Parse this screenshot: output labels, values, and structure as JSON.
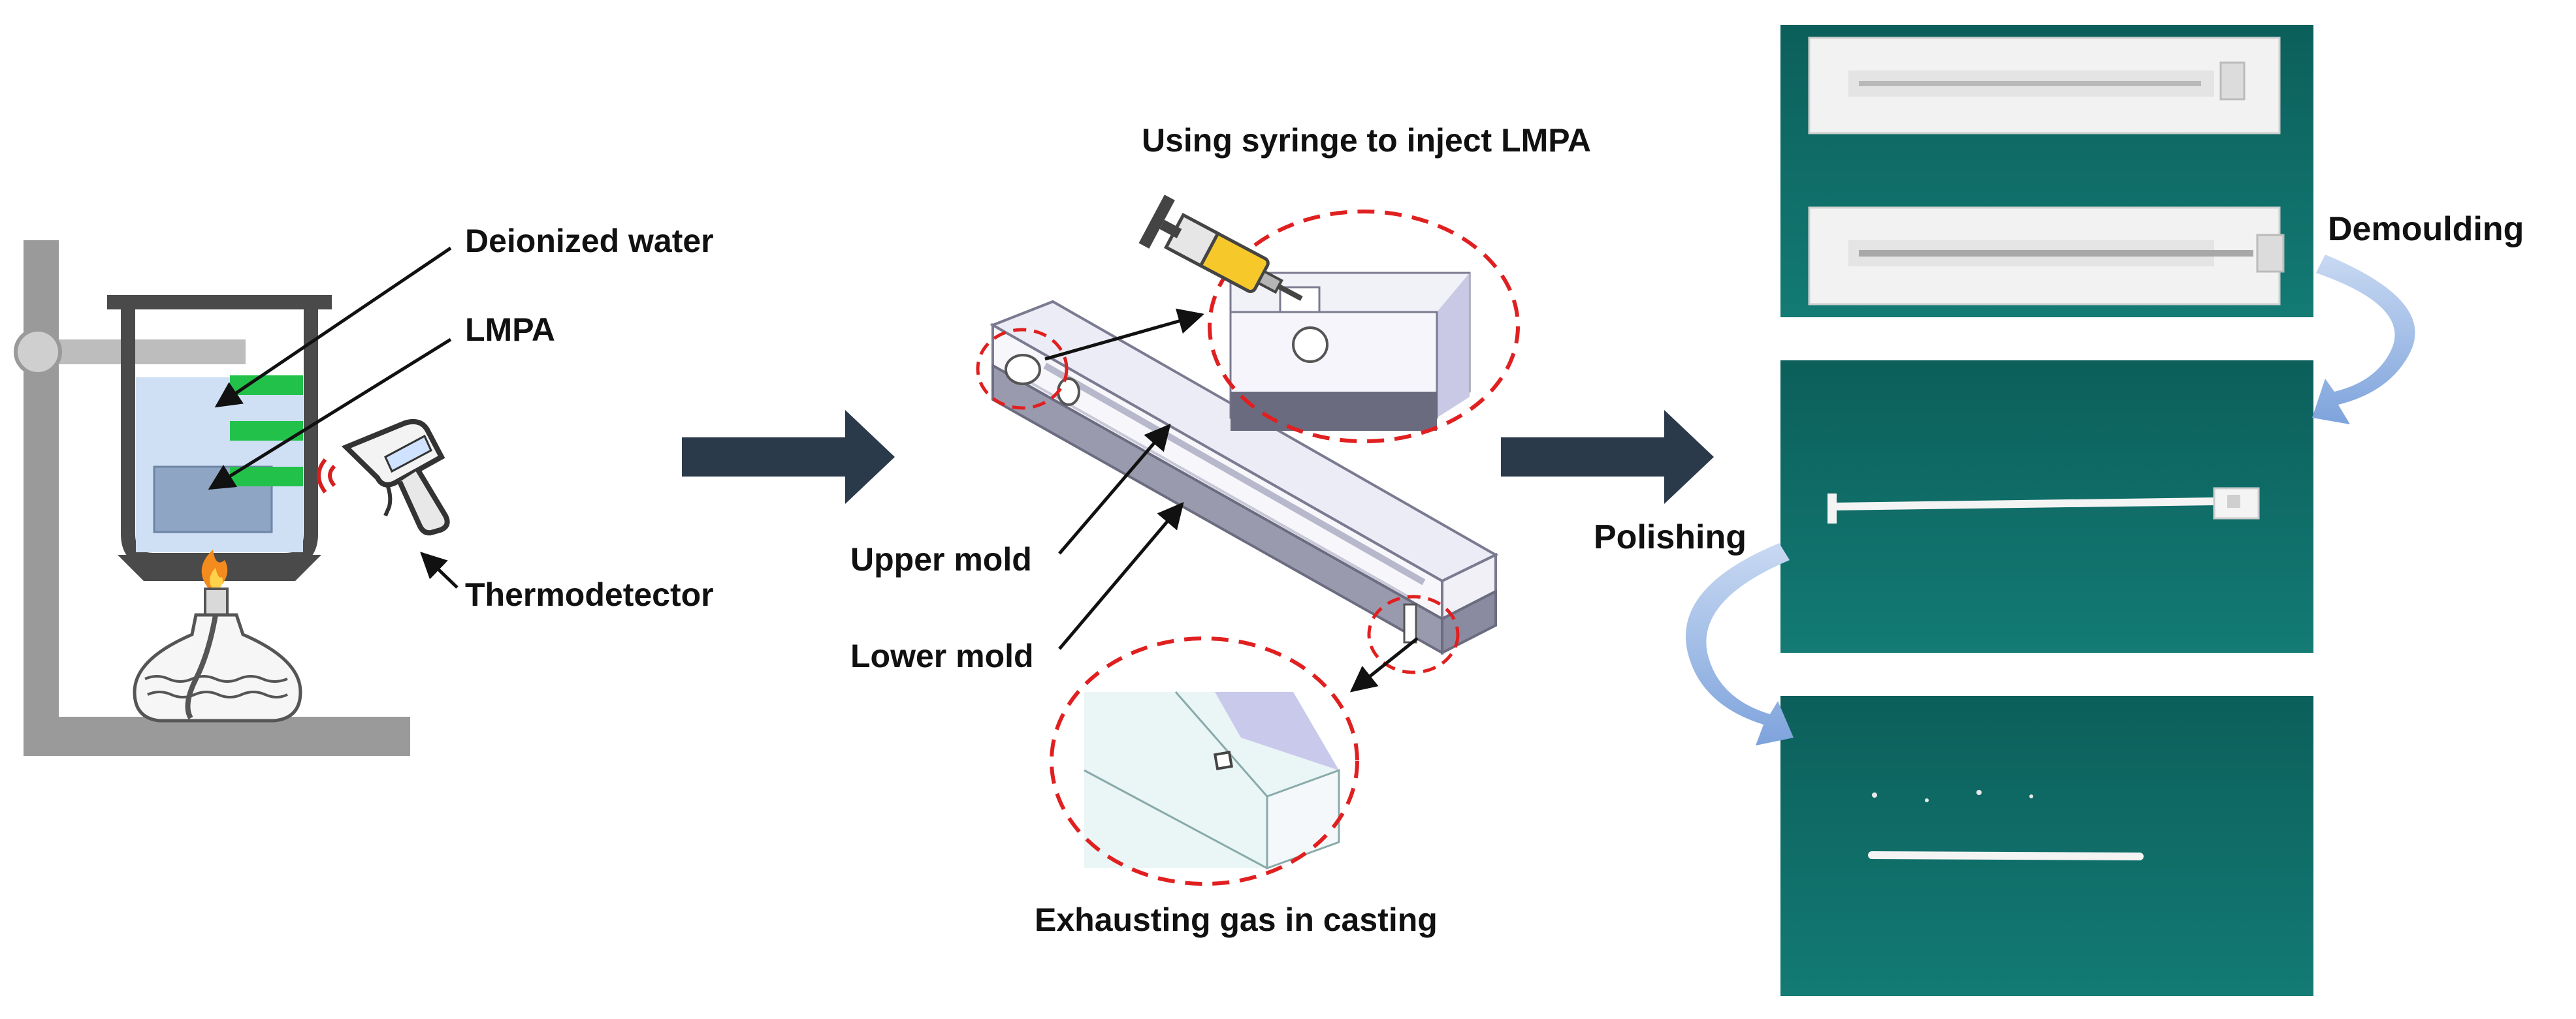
{
  "panel_apparatus": {
    "label_water": "Deionized water",
    "label_lmpa": "LMPA",
    "label_thermo": "Thermodetector"
  },
  "panel_mold": {
    "label_inject": "Using syringe to inject LMPA",
    "label_upper": "Upper mold",
    "label_lower": "Lower mold",
    "label_exhaust": "Exhausting gas in casting"
  },
  "panel_photos": {
    "label_demould": "Demoulding",
    "label_polish": "Polishing"
  },
  "colors": {
    "flow_arrow": "#2b3a4a",
    "curve_arrow": "#8fb0e0",
    "callout_circle": "#e02020",
    "photo_bg": "#0f6b66",
    "mold_white": "#f2f2f2",
    "water": "#cfe0f5",
    "fin_green": "#22c24a"
  }
}
